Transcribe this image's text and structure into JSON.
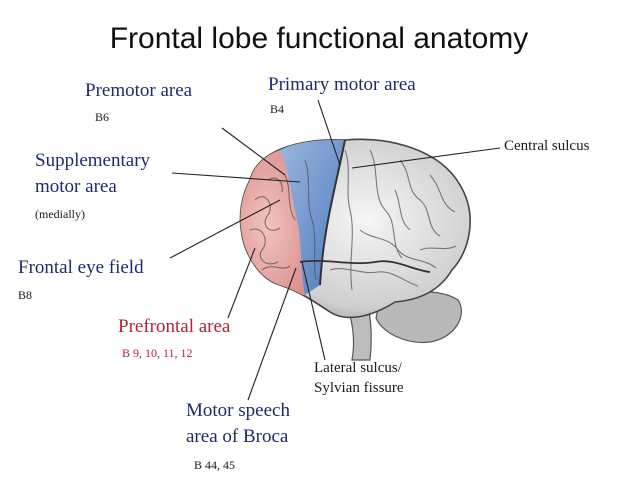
{
  "title": "Frontal lobe functional anatomy",
  "labels": {
    "premotor": {
      "name": "Premotor area",
      "code": "B6"
    },
    "primary_motor": {
      "name": "Primary motor area",
      "code": "B4"
    },
    "central_sulcus": {
      "name": "Central sulcus"
    },
    "supplementary": {
      "line1": "Supplementary",
      "line2": "motor area",
      "note": "(medially)"
    },
    "frontal_eye": {
      "name": "Frontal eye field",
      "code": "B8"
    },
    "prefrontal": {
      "name": "Prefrontal area",
      "code": "B 9, 10, 11, 12"
    },
    "lateral_sulcus": {
      "line1": "Lateral sulcus/",
      "line2": "Sylvian fissure"
    },
    "broca": {
      "line1": "Motor speech",
      "line2": "area of Broca",
      "code": "B 44, 45"
    }
  },
  "colors": {
    "prefrontal_region": "#e8a7a4",
    "motor_region": "#7d9fd0",
    "brain_gray": "#dcdcdc",
    "label_red": "#b2223a",
    "label_navy": "#1f2a6b"
  }
}
